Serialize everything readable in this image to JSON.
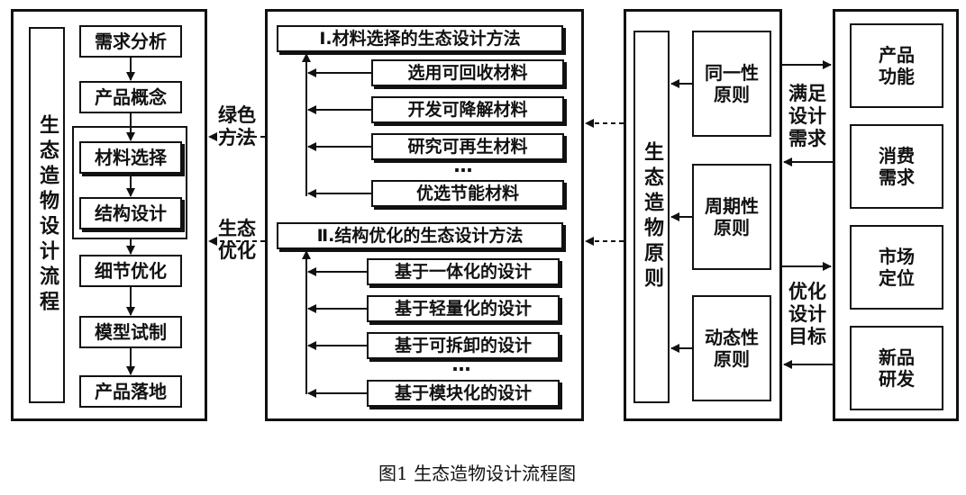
{
  "flow_panel": {
    "title": "生态造物设计流程",
    "steps": [
      "需求分析",
      "产品概念",
      "材料选择",
      "结构设计",
      "细节优化",
      "模型试制",
      "产品落地"
    ]
  },
  "links": {
    "green_method": "绿色\n方法",
    "eco_optimize": "生态\n优化"
  },
  "methods_panel": {
    "section1_title": "Ⅰ.材料选择的生态设计方法",
    "section1_items": [
      "选用可回收材料",
      "开发可降解材料",
      "研究可再生材料",
      "优选节能材料"
    ],
    "section2_title": "Ⅱ.结构优化的生态设计方法",
    "section2_items": [
      "基于一体化的设计",
      "基于轻量化的设计",
      "基于可拆卸的设计",
      "基于模块化的设计"
    ],
    "ellipsis": "…"
  },
  "principles_panel": {
    "title": "生态造物原则",
    "items": [
      "同一性\n原则",
      "周期性\n原则",
      "动态性\n原则"
    ]
  },
  "side_labels": {
    "meet_needs": "满足\n设计\n需求",
    "optimize_goal": "优化\n设计\n目标"
  },
  "needs_panel": {
    "items": [
      "产品\n功能",
      "消费\n需求",
      "市场\n定位",
      "新品\n研发"
    ]
  },
  "caption": "图1 生态造物设计流程图"
}
